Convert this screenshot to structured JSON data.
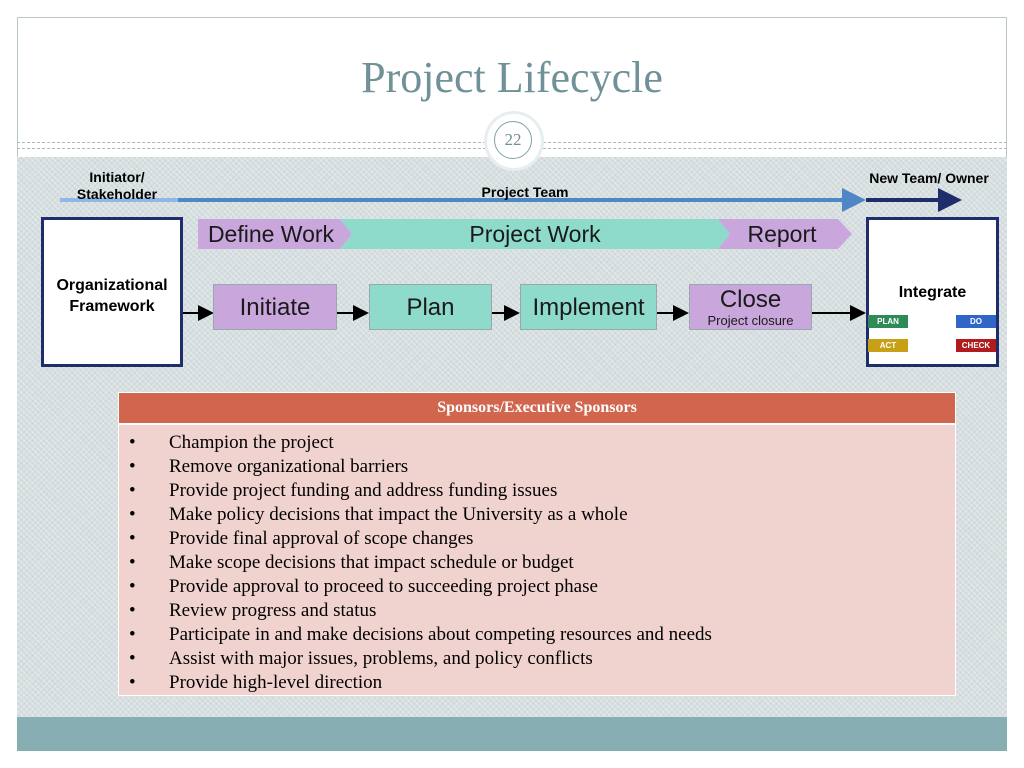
{
  "slide": {
    "title": "Project Lifecycle",
    "page_number": "22"
  },
  "diagram": {
    "initiator_label": "Initiator/ Stakeholder",
    "project_team_label": "Project Team",
    "new_team_label": "New Team/ Owner",
    "org_framework_label": "Organizational Framework",
    "integrate_label": "Integrate",
    "work_bands": [
      "Define Work",
      "Project Work",
      "Report"
    ],
    "phases": [
      "Initiate",
      "Plan",
      "Implement",
      "Close"
    ],
    "close_subtitle": "Project closure",
    "pdca": [
      "PLAN",
      "DO",
      "ACT",
      "CHECK"
    ],
    "colors": {
      "purple": "#c9a6dc",
      "teal": "#8edbcb",
      "frame": "#1f2d6b",
      "arrow_blue": "#4f86c6",
      "plan": "#2e8b57",
      "do": "#2f66c8",
      "act": "#c8a018",
      "check": "#b01c1c"
    }
  },
  "table": {
    "header": "Sponsors/Executive Sponsors",
    "bullet_char": "•",
    "items": [
      "Champion the project",
      "Remove organizational barriers",
      "Provide project funding and address funding issues",
      "Make policy decisions that impact the University as a whole",
      "Provide final approval of scope changes",
      "Make scope decisions that impact schedule or budget",
      "Provide approval to proceed to succeeding project phase",
      "Review progress and status",
      "Participate in and make decisions about competing resources and needs",
      "Assist with major issues, problems, and policy conflicts",
      "Provide high-level direction"
    ]
  }
}
